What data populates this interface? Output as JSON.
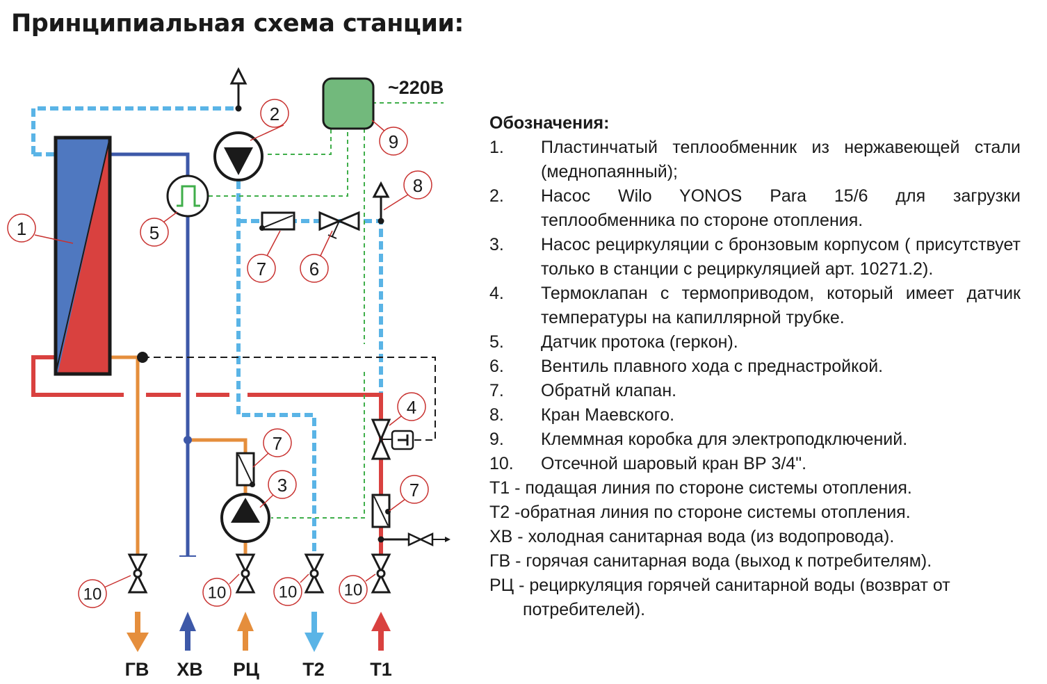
{
  "title": "Принципиальная схема станции:",
  "power_label": "~220В",
  "callouts": [
    "1",
    "2",
    "5",
    "9",
    "8",
    "7",
    "6",
    "4",
    "7",
    "3",
    "7",
    "10",
    "10",
    "10",
    "10"
  ],
  "ports": [
    "ГВ",
    "ХВ",
    "РЦ",
    "Т2",
    "Т1"
  ],
  "legend": {
    "heading": "Обозначения:",
    "items": [
      {
        "num": "1.",
        "text": "Пластинчатый теплообменник из нержавеющей стали (меднопаянный);"
      },
      {
        "num": "2.",
        "text": "Насос Wilo YONOS Para 15/6 для загрузки теплообменника по стороне отопления."
      },
      {
        "num": "3.",
        "text": "Насос рециркуляции с бронзовым корпусом ( присутствует только в станции с рециркуляцией арт. 10271.2)."
      },
      {
        "num": "4.",
        "text": "Термоклапан с  термоприводом, который имеет датчик температуры на капиллярной трубке."
      },
      {
        "num": "5.",
        "text": "Датчик протока (геркон)."
      },
      {
        "num": "6.",
        "text": "Вентиль плавного хода с преднастройкой."
      },
      {
        "num": "7.",
        "text": "Обратнй клапан."
      },
      {
        "num": "8.",
        "text": "Кран Маевского."
      },
      {
        "num": "9.",
        "text": "Клеммная коробка для электроподключений."
      },
      {
        "num": "10.",
        "text": "Отсечной шаровый кран ВР 3/4\"."
      }
    ],
    "abbreviations": [
      "Т1 - подащая линия по стороне системы отопления.",
      "Т2  -обратная линия по стороне системы отопления.",
      "ХВ  - холодная санитарная вода (из водопровода).",
      "ГВ - горячая санитарная вода (выход к потребителям)."
    ],
    "last_abbreviation": {
      "line1": "РЦ - рециркуляция горячей санитарной воды (возврат от",
      "line2": "потребителей)."
    }
  },
  "colors": {
    "cold_blue": "#3d58a8",
    "return_light_blue": "#5ab4e6",
    "hot_red": "#d9413f",
    "dhw_orange": "#e58e3c",
    "signal_green": "#3fae4a",
    "box_green": "#72b97c",
    "callout_red": "#c8312f",
    "hx_blue": "#4f78c0",
    "hx_red": "#d9413f"
  }
}
